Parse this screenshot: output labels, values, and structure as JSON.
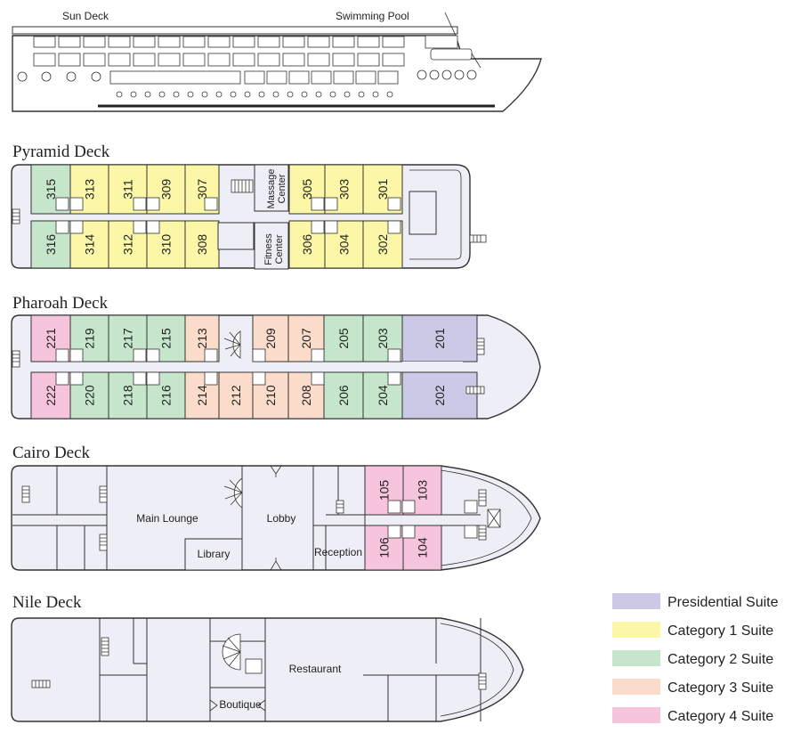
{
  "profile": {
    "sun_deck": "Sun Deck",
    "swimming_pool": "Swimming Pool"
  },
  "decks": {
    "pyramid": {
      "title": "Pyramid Deck",
      "top_cabins": [
        {
          "num": "315",
          "cat": "c2"
        },
        {
          "num": "313",
          "cat": "c1"
        },
        {
          "num": "311",
          "cat": "c1"
        },
        {
          "num": "309",
          "cat": "c1"
        },
        {
          "num": "307",
          "cat": "c1"
        },
        {
          "num": "305",
          "cat": "c1"
        },
        {
          "num": "303",
          "cat": "c1"
        },
        {
          "num": "301",
          "cat": "c1"
        }
      ],
      "bottom_cabins": [
        {
          "num": "316",
          "cat": "c2"
        },
        {
          "num": "314",
          "cat": "c1"
        },
        {
          "num": "312",
          "cat": "c1"
        },
        {
          "num": "310",
          "cat": "c1"
        },
        {
          "num": "308",
          "cat": "c1"
        },
        {
          "num": "306",
          "cat": "c1"
        },
        {
          "num": "304",
          "cat": "c1"
        },
        {
          "num": "302",
          "cat": "c1"
        }
      ],
      "massage_1": "Massage",
      "massage_2": "Center",
      "fitness_1": "Fitness",
      "fitness_2": "Center"
    },
    "pharoah": {
      "title": "Pharoah Deck",
      "top_cabins": [
        {
          "num": "221",
          "cat": "c4"
        },
        {
          "num": "219",
          "cat": "c2"
        },
        {
          "num": "217",
          "cat": "c2"
        },
        {
          "num": "215",
          "cat": "c2"
        },
        {
          "num": "213",
          "cat": "c3"
        },
        {
          "num": "209",
          "cat": "c3"
        },
        {
          "num": "207",
          "cat": "c3"
        },
        {
          "num": "205",
          "cat": "c2"
        },
        {
          "num": "203",
          "cat": "c2"
        },
        {
          "num": "201",
          "cat": "pres"
        }
      ],
      "bottom_cabins": [
        {
          "num": "222",
          "cat": "c4"
        },
        {
          "num": "220",
          "cat": "c2"
        },
        {
          "num": "218",
          "cat": "c2"
        },
        {
          "num": "216",
          "cat": "c2"
        },
        {
          "num": "214",
          "cat": "c3"
        },
        {
          "num": "212",
          "cat": "c3"
        },
        {
          "num": "210",
          "cat": "c3"
        },
        {
          "num": "208",
          "cat": "c3"
        },
        {
          "num": "206",
          "cat": "c2"
        },
        {
          "num": "204",
          "cat": "c2"
        },
        {
          "num": "202",
          "cat": "pres"
        }
      ]
    },
    "cairo": {
      "title": "Cairo Deck",
      "top_cabins": [
        {
          "num": "105",
          "cat": "c4"
        },
        {
          "num": "103",
          "cat": "c4"
        }
      ],
      "bottom_cabins": [
        {
          "num": "106",
          "cat": "c4"
        },
        {
          "num": "104",
          "cat": "c4"
        }
      ],
      "main_lounge": "Main Lounge",
      "lobby": "Lobby",
      "library": "Library",
      "reception": "Reception"
    },
    "nile": {
      "title": "Nile Deck",
      "restaurant": "Restaurant",
      "boutique": "Boutique"
    }
  },
  "legend": [
    {
      "key": "pres",
      "label": "Presidential Suite",
      "color": "#ccc9e6"
    },
    {
      "key": "c1",
      "label": "Category 1 Suite",
      "color": "#fbf7a6"
    },
    {
      "key": "c2",
      "label": "Category 2 Suite",
      "color": "#c6e6cb"
    },
    {
      "key": "c3",
      "label": "Category 3 Suite",
      "color": "#fbdccb"
    },
    {
      "key": "c4",
      "label": "Category 4 Suite",
      "color": "#f6c4dd"
    }
  ]
}
